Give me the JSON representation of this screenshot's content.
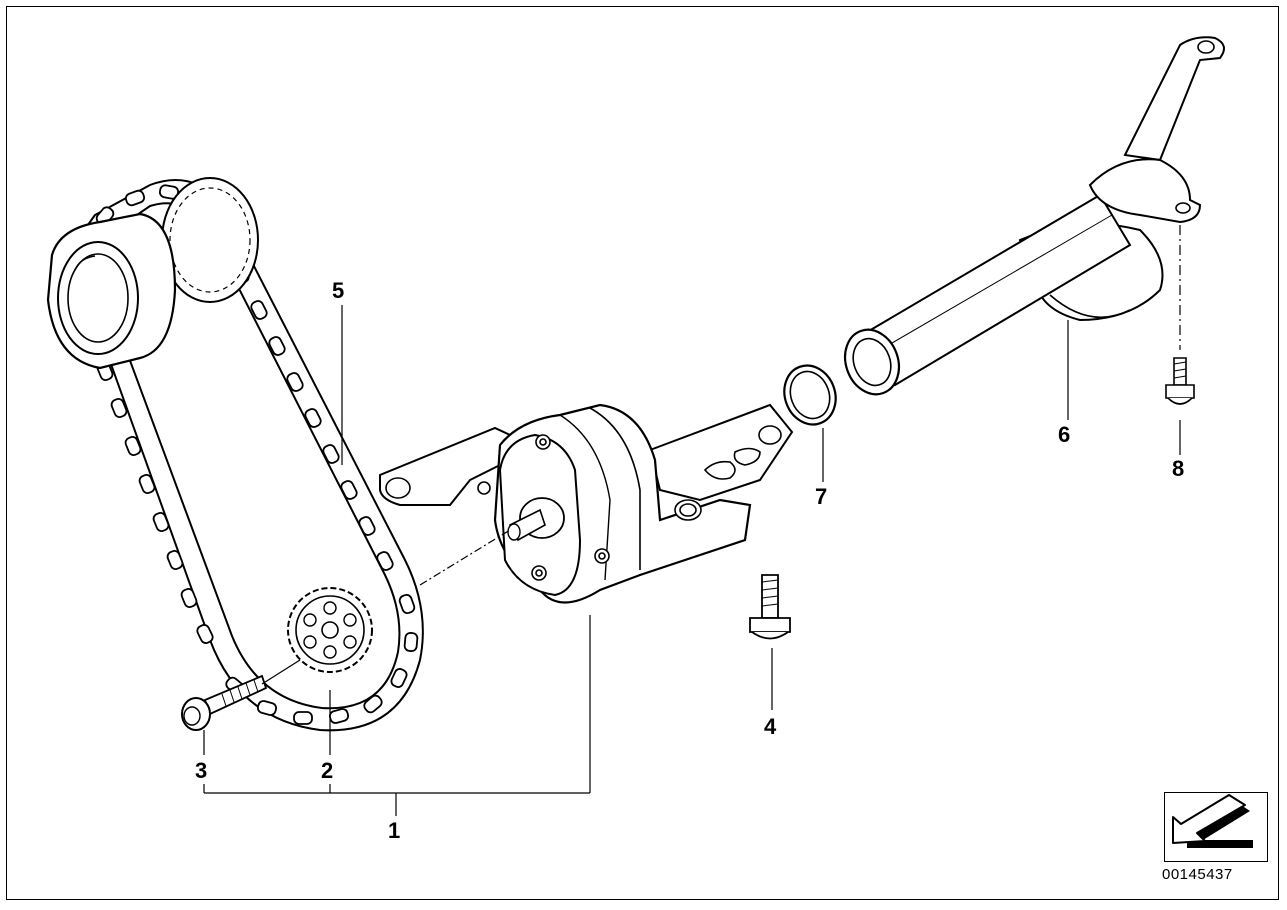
{
  "diagram": {
    "id": "00145437",
    "callouts": {
      "c1": "1",
      "c2": "2",
      "c3": "3",
      "c4": "4",
      "c5": "5",
      "c6": "6",
      "c7": "7",
      "c8": "8"
    }
  },
  "icons": {
    "nav": "arrow-back-icon"
  },
  "colors": {
    "line": "#000000",
    "background": "#ffffff"
  }
}
